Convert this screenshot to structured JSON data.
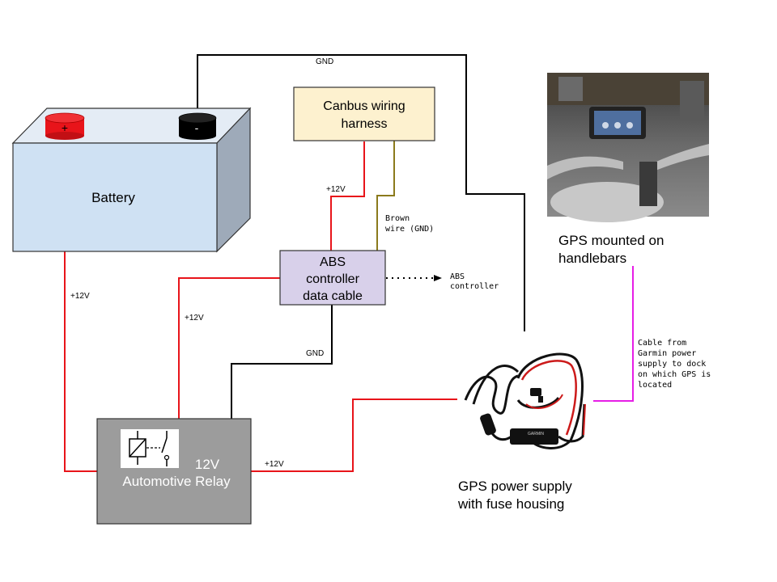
{
  "battery": {
    "label": "Battery",
    "positive_terminal": "+",
    "negative_terminal": "-"
  },
  "canbus": {
    "line1": "Canbus wiring",
    "line2": "harness"
  },
  "abs_cable": {
    "line1": "ABS",
    "line2": "controller",
    "line3": "data cable"
  },
  "abs_controller": {
    "line1": "ABS",
    "line2": "controller"
  },
  "relay": {
    "line1": "12V",
    "line2": "Automotive Relay"
  },
  "gps_mount": {
    "caption_line1": "GPS mounted on",
    "caption_line2": "handlebars"
  },
  "gps_power": {
    "caption_line1": "GPS power supply",
    "caption_line2": "with fuse housing"
  },
  "wire_labels": {
    "gnd_top": "GND",
    "plus12_battery": "+12V",
    "plus12_canbus": "+12V",
    "brown_line1": "Brown",
    "brown_line2": "wire (GND)",
    "plus12_abs_relay": "+12V",
    "gnd_abs_relay": "GND",
    "plus12_relay_gps": "+12V"
  },
  "garmin_cable": {
    "line1": "Cable from",
    "line2": "Garmin power",
    "line3": "supply to dock",
    "line4": "on which GPS is",
    "line5": "located"
  },
  "colors": {
    "red_wire": "#e8141a",
    "black_wire": "#000000",
    "brown_wire": "#8b7a1c",
    "magenta_wire": "#e61ee6",
    "battery_front": "#cfe1f3",
    "battery_top": "#e4ecf5",
    "battery_side": "#9eaab9",
    "canbus_fill": "#fdf1cf",
    "abs_fill": "#d8d0ea",
    "relay_fill": "#9c9c9c"
  }
}
